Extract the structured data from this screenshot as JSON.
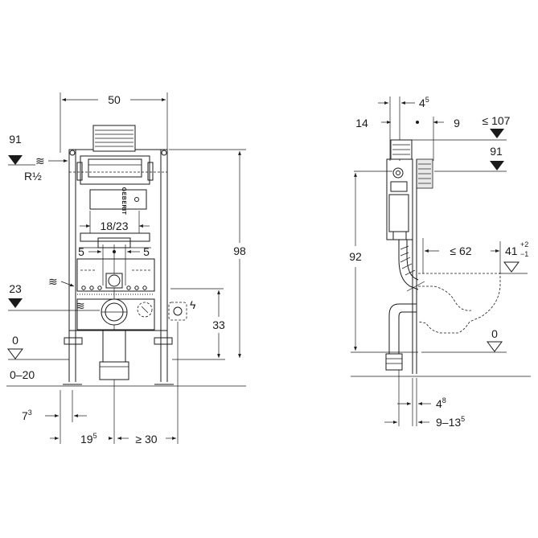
{
  "front_view": {
    "width_total": "50",
    "height_total": "98",
    "inner_width": "18/23",
    "offset_left": "5",
    "offset_right": "5",
    "supply_height": "91",
    "supply_thread": "R½",
    "drain_height": "23",
    "power_height": "33",
    "floor_level": "0",
    "floor_range": "0–20",
    "left_offset_base": "7",
    "left_offset_sup": "3",
    "drain_distance_base": "19",
    "drain_distance_sup": "5",
    "side_clearance": "≥ 30",
    "brand": "GEBERIT"
  },
  "side_view": {
    "pipe_top_base": "4",
    "pipe_top_sup": "5",
    "offset_14": "14",
    "offset_9": "9",
    "max_top": "≤ 107",
    "supply_height": "91",
    "bowl_height": "92",
    "bowl_projection": "≤ 62",
    "seat_height_base": "41",
    "seat_height_sup_top": "+2",
    "seat_height_sup_bottom": "−1",
    "floor_level": "0",
    "wall_gap_base": "4",
    "wall_gap_sup": "8",
    "depth_range_base": "9–13",
    "depth_range_sup": "5"
  }
}
